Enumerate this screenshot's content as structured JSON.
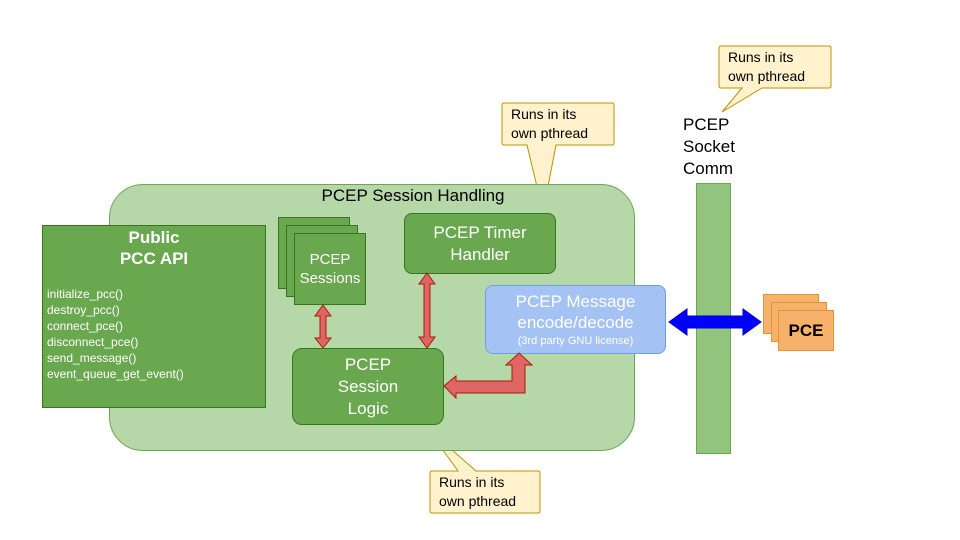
{
  "session_handling": {
    "title": "PCEP Session Handling"
  },
  "public_api": {
    "title_line1": "Public",
    "title_line2": "PCC API",
    "functions": [
      "initialize_pcc()",
      "destroy_pcc()",
      "connect_pce()",
      "disconnect_pce()",
      "send_message()",
      "event_queue_get_event()"
    ]
  },
  "sessions": {
    "line1": "PCEP",
    "line2": "Sessions"
  },
  "timer_handler": {
    "line1": "PCEP Timer",
    "line2": "Handler"
  },
  "session_logic": {
    "line1": "PCEP",
    "line2": "Session",
    "line3": "Logic"
  },
  "message_codec": {
    "line1": "PCEP Message",
    "line2": "encode/decode",
    "line3": "(3rd party GNU license)"
  },
  "socket_comm": {
    "line1": "PCEP",
    "line2": "Socket",
    "line3": "Comm"
  },
  "pce": {
    "label": "PCE"
  },
  "callouts": [
    {
      "line1": "Runs in its",
      "line2": "own pthread"
    },
    {
      "line1": "Runs in its",
      "line2": "own pthread"
    },
    {
      "line1": "Runs in its",
      "line2": "own pthread"
    }
  ],
  "colors": {
    "module_green": "#6aa84f",
    "container_green": "#b6d7a8",
    "codec_blue": "#a4c2f4",
    "internal_arrow": "#e06666",
    "external_arrow": "#0000ff",
    "pce_orange": "#f6b26b",
    "callout_fill": "#fff2cc"
  }
}
